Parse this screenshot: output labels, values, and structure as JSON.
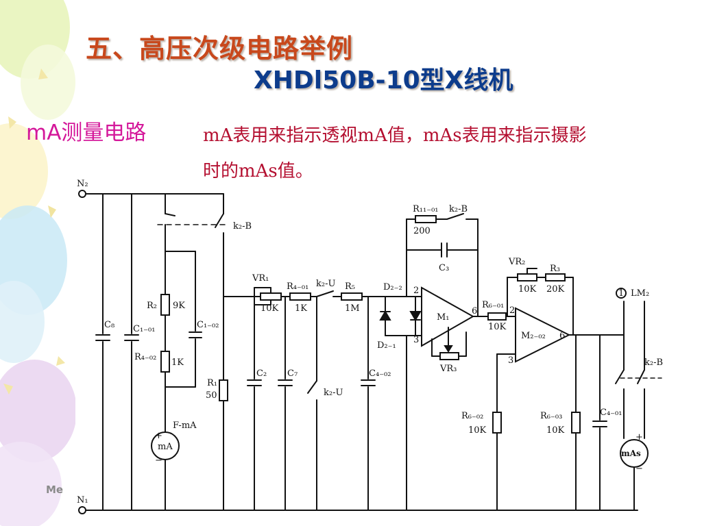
{
  "slide": {
    "title_line1": "五、高压次级电路举例",
    "title_line2": "XHDl50B-10型X线机",
    "section_heading": "mA测量电路",
    "description_line1": "mA表用来指示透视mA值，mAs表用来指示摄影",
    "description_line2": "时的mAs值。",
    "footer_fragment": "Me"
  },
  "diagram": {
    "node_top": "N₂",
    "node_bottom": "N₁",
    "contact_top_label": "k₂-B",
    "c8": "C₈",
    "c1_01": "C₁₋₀₁",
    "c1_02": "C₁₋₀₂",
    "r2": "R₂",
    "r2_value": "9K",
    "r4_02": "R₄₋₀₂",
    "r4_02_value": "1K",
    "meter_ma_label": "F-mA",
    "meter_ma": "mA",
    "r1": "R₁",
    "r1_value": "50",
    "vr1": "VR₁",
    "vr1_value": "10K",
    "c2": "C₂",
    "r4_01": "R₄₋₀₁",
    "r4_01_value": "1K",
    "c7": "C₇",
    "k2u_top": "k₂-U",
    "k2u_bottom": "k₂-U",
    "r5": "R₅",
    "r5_value": "1M",
    "c4_02": "C₄₋₀₂",
    "d2_2": "D₂₋₂",
    "d2_1": "D₂₋₁",
    "r11_01": "R₁₁₋₀₁",
    "r11_01_value": "200",
    "k2b_feedback": "k₂-B",
    "c3": "C₃",
    "m1": "M₁",
    "pin2": "2",
    "pin3": "3",
    "pin6": "6",
    "vr3": "VR₃",
    "r6_01": "R₆₋₀₁",
    "r6_01_value": "10K",
    "vr2": "VR₂",
    "vr2_value": "10K",
    "r3": "R₃",
    "r3_value": "20K",
    "m2": "M₂₋₀₂",
    "m2_pin2": "2",
    "m2_pin3": "3",
    "m2_pin6": "6",
    "r6_02": "R₆₋₀₂",
    "r6_02_value": "10K",
    "r6_03": "R₆₋₀₃",
    "r6_03_value": "10K",
    "c4_01": "C₄₋₀₁",
    "lm2_num": "1",
    "lm2": "LM₂",
    "k2b_right": "k₂-B",
    "meter_mas": "mAs",
    "plus": "+",
    "minus": "−"
  },
  "colors": {
    "title1": "#c8481c",
    "title2": "#0d3c8c",
    "heading": "#d4189a",
    "description": "#b40f30"
  }
}
